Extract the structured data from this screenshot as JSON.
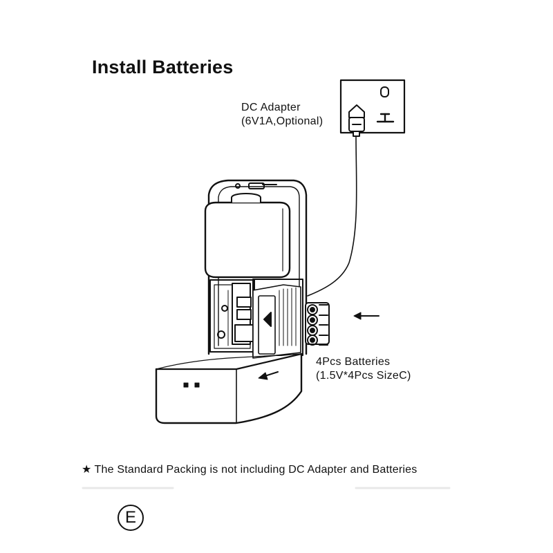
{
  "title": "Install Batteries",
  "dc_adapter": {
    "line1": "DC Adapter",
    "line2": "(6V1A,Optional)"
  },
  "batteries": {
    "line1": "4Pcs Batteries",
    "line2": "(1.5V*4Pcs SizeC)"
  },
  "note": {
    "star": "★",
    "text": "The Standard Packing is not including DC Adapter and Batteries"
  },
  "edition_mark": "E"
}
